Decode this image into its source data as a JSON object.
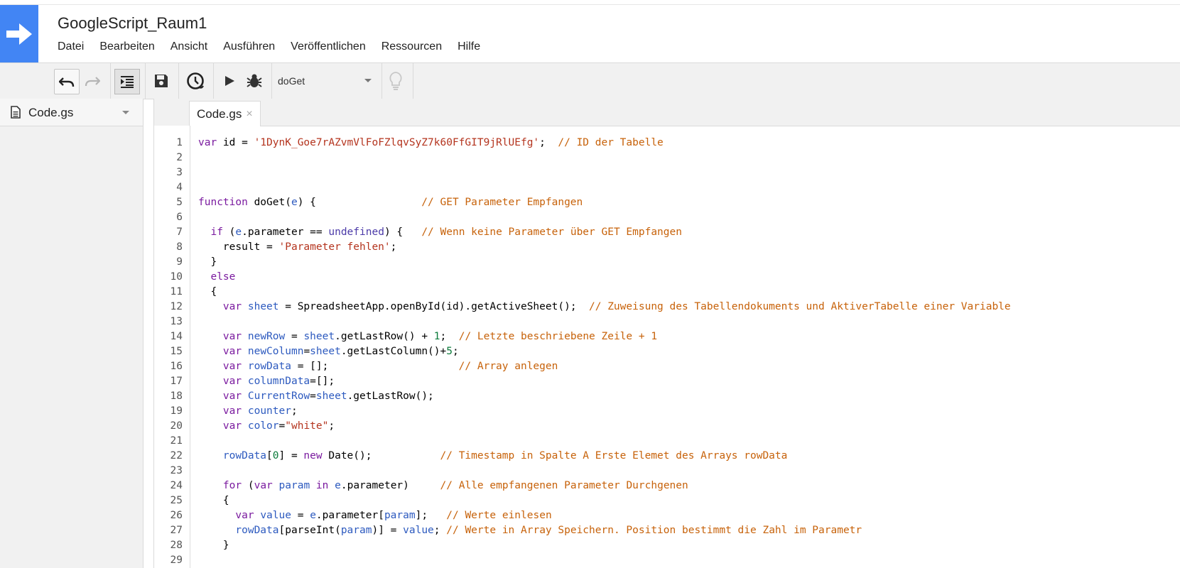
{
  "app": {
    "title": "GoogleScript_Raum1",
    "menu": [
      "Datei",
      "Bearbeiten",
      "Ansicht",
      "Ausführen",
      "Veröffentlichen",
      "Ressourcen",
      "Hilfe"
    ]
  },
  "toolbar": {
    "function_select": "doGet",
    "icons": [
      "undo-icon",
      "redo-icon",
      "indent-icon",
      "save-icon",
      "triggers-clock-icon",
      "run-icon",
      "debug-bug-icon",
      "lightbulb-icon"
    ]
  },
  "sidebar": {
    "file": "Code.gs"
  },
  "editor": {
    "tab": {
      "label": "Code.gs",
      "close": "×"
    },
    "lines": [
      {
        "n": "1",
        "t": [
          {
            "c": "kw",
            "s": "var"
          },
          {
            "c": "",
            "s": " id = "
          },
          {
            "c": "str",
            "s": "'1DynK_Goe7rAZvmVlFoFZlqvSyZ7k60FfGIT9jRlUEfg'"
          },
          {
            "c": "",
            "s": ";  "
          },
          {
            "c": "cm",
            "s": "// ID der Tabelle"
          }
        ]
      },
      {
        "n": "2",
        "t": []
      },
      {
        "n": "3",
        "t": []
      },
      {
        "n": "4",
        "t": []
      },
      {
        "n": "5",
        "t": [
          {
            "c": "kw",
            "s": "function"
          },
          {
            "c": "",
            "s": " doGet("
          },
          {
            "c": "vr",
            "s": "e"
          },
          {
            "c": "",
            "s": ") {                 "
          },
          {
            "c": "cm",
            "s": "// GET Parameter Empfangen"
          }
        ]
      },
      {
        "n": "6",
        "t": []
      },
      {
        "n": "7",
        "t": [
          {
            "c": "",
            "s": "  "
          },
          {
            "c": "kw",
            "s": "if"
          },
          {
            "c": "",
            "s": " ("
          },
          {
            "c": "vr",
            "s": "e"
          },
          {
            "c": "",
            "s": ".parameter == "
          },
          {
            "c": "bl",
            "s": "undefined"
          },
          {
            "c": "",
            "s": ") {   "
          },
          {
            "c": "cm",
            "s": "// Wenn keine Parameter über GET Empfangen"
          }
        ]
      },
      {
        "n": "8",
        "t": [
          {
            "c": "",
            "s": "    result = "
          },
          {
            "c": "str",
            "s": "'Parameter fehlen'"
          },
          {
            "c": "",
            "s": ";"
          }
        ]
      },
      {
        "n": "9",
        "t": [
          {
            "c": "",
            "s": "  }"
          }
        ]
      },
      {
        "n": "10",
        "t": [
          {
            "c": "",
            "s": "  "
          },
          {
            "c": "kw",
            "s": "else"
          }
        ]
      },
      {
        "n": "11",
        "t": [
          {
            "c": "",
            "s": "  {"
          }
        ]
      },
      {
        "n": "12",
        "t": [
          {
            "c": "",
            "s": "    "
          },
          {
            "c": "kw",
            "s": "var"
          },
          {
            "c": "",
            "s": " "
          },
          {
            "c": "vr",
            "s": "sheet"
          },
          {
            "c": "",
            "s": " = SpreadsheetApp.openById(id).getActiveSheet();  "
          },
          {
            "c": "cm",
            "s": "// Zuweisung des Tabellendokuments und AktiverTabelle einer Variable"
          }
        ]
      },
      {
        "n": "13",
        "t": []
      },
      {
        "n": "14",
        "t": [
          {
            "c": "",
            "s": "    "
          },
          {
            "c": "kw",
            "s": "var"
          },
          {
            "c": "",
            "s": " "
          },
          {
            "c": "vr",
            "s": "newRow"
          },
          {
            "c": "",
            "s": " = "
          },
          {
            "c": "vr",
            "s": "sheet"
          },
          {
            "c": "",
            "s": ".getLastRow() + "
          },
          {
            "c": "num",
            "s": "1"
          },
          {
            "c": "",
            "s": ";  "
          },
          {
            "c": "cm",
            "s": "// Letzte beschriebene Zeile + 1"
          }
        ]
      },
      {
        "n": "15",
        "t": [
          {
            "c": "",
            "s": "    "
          },
          {
            "c": "kw",
            "s": "var"
          },
          {
            "c": "",
            "s": " "
          },
          {
            "c": "vr",
            "s": "newColumn"
          },
          {
            "c": "",
            "s": "="
          },
          {
            "c": "vr",
            "s": "sheet"
          },
          {
            "c": "",
            "s": ".getLastColumn()+"
          },
          {
            "c": "num",
            "s": "5"
          },
          {
            "c": "",
            "s": ";"
          }
        ]
      },
      {
        "n": "16",
        "t": [
          {
            "c": "",
            "s": "    "
          },
          {
            "c": "kw",
            "s": "var"
          },
          {
            "c": "",
            "s": " "
          },
          {
            "c": "vr",
            "s": "rowData"
          },
          {
            "c": "",
            "s": " = [];                     "
          },
          {
            "c": "cm",
            "s": "// Array anlegen"
          }
        ]
      },
      {
        "n": "17",
        "t": [
          {
            "c": "",
            "s": "    "
          },
          {
            "c": "kw",
            "s": "var"
          },
          {
            "c": "",
            "s": " "
          },
          {
            "c": "vr",
            "s": "columnData"
          },
          {
            "c": "",
            "s": "=[];"
          }
        ]
      },
      {
        "n": "18",
        "t": [
          {
            "c": "",
            "s": "    "
          },
          {
            "c": "kw",
            "s": "var"
          },
          {
            "c": "",
            "s": " "
          },
          {
            "c": "vr",
            "s": "CurrentRow"
          },
          {
            "c": "",
            "s": "="
          },
          {
            "c": "vr",
            "s": "sheet"
          },
          {
            "c": "",
            "s": ".getLastRow();"
          }
        ]
      },
      {
        "n": "19",
        "t": [
          {
            "c": "",
            "s": "    "
          },
          {
            "c": "kw",
            "s": "var"
          },
          {
            "c": "",
            "s": " "
          },
          {
            "c": "vr",
            "s": "counter"
          },
          {
            "c": "",
            "s": ";"
          }
        ]
      },
      {
        "n": "20",
        "t": [
          {
            "c": "",
            "s": "    "
          },
          {
            "c": "kw",
            "s": "var"
          },
          {
            "c": "",
            "s": " "
          },
          {
            "c": "vr",
            "s": "color"
          },
          {
            "c": "",
            "s": "="
          },
          {
            "c": "str",
            "s": "\"white\""
          },
          {
            "c": "",
            "s": ";"
          }
        ]
      },
      {
        "n": "21",
        "t": []
      },
      {
        "n": "22",
        "t": [
          {
            "c": "",
            "s": "    "
          },
          {
            "c": "vr",
            "s": "rowData"
          },
          {
            "c": "",
            "s": "["
          },
          {
            "c": "num",
            "s": "0"
          },
          {
            "c": "",
            "s": "] = "
          },
          {
            "c": "kw",
            "s": "new"
          },
          {
            "c": "",
            "s": " Date();           "
          },
          {
            "c": "cm",
            "s": "// Timestamp in Spalte A Erste Elemet des Arrays rowData"
          }
        ]
      },
      {
        "n": "23",
        "t": []
      },
      {
        "n": "24",
        "t": [
          {
            "c": "",
            "s": "    "
          },
          {
            "c": "kw",
            "s": "for"
          },
          {
            "c": "",
            "s": " ("
          },
          {
            "c": "kw",
            "s": "var"
          },
          {
            "c": "",
            "s": " "
          },
          {
            "c": "vr",
            "s": "param"
          },
          {
            "c": "",
            "s": " "
          },
          {
            "c": "kw",
            "s": "in"
          },
          {
            "c": "",
            "s": " "
          },
          {
            "c": "vr",
            "s": "e"
          },
          {
            "c": "",
            "s": ".parameter)     "
          },
          {
            "c": "cm",
            "s": "// Alle empfangenen Parameter Durchgenen"
          }
        ]
      },
      {
        "n": "25",
        "t": [
          {
            "c": "",
            "s": "    {"
          }
        ]
      },
      {
        "n": "26",
        "t": [
          {
            "c": "",
            "s": "      "
          },
          {
            "c": "kw",
            "s": "var"
          },
          {
            "c": "",
            "s": " "
          },
          {
            "c": "vr",
            "s": "value"
          },
          {
            "c": "",
            "s": " = "
          },
          {
            "c": "vr",
            "s": "e"
          },
          {
            "c": "",
            "s": ".parameter["
          },
          {
            "c": "vr",
            "s": "param"
          },
          {
            "c": "",
            "s": "];   "
          },
          {
            "c": "cm",
            "s": "// Werte einlesen"
          }
        ]
      },
      {
        "n": "27",
        "t": [
          {
            "c": "",
            "s": "      "
          },
          {
            "c": "vr",
            "s": "rowData"
          },
          {
            "c": "",
            "s": "[parseInt("
          },
          {
            "c": "vr",
            "s": "param"
          },
          {
            "c": "",
            "s": ")] = "
          },
          {
            "c": "vr",
            "s": "value"
          },
          {
            "c": "",
            "s": "; "
          },
          {
            "c": "cm",
            "s": "// Werte in Array Speichern. Position bestimmt die Zahl im Parametr"
          }
        ]
      },
      {
        "n": "28",
        "t": [
          {
            "c": "",
            "s": "    }"
          }
        ]
      },
      {
        "n": "29",
        "t": []
      }
    ]
  }
}
